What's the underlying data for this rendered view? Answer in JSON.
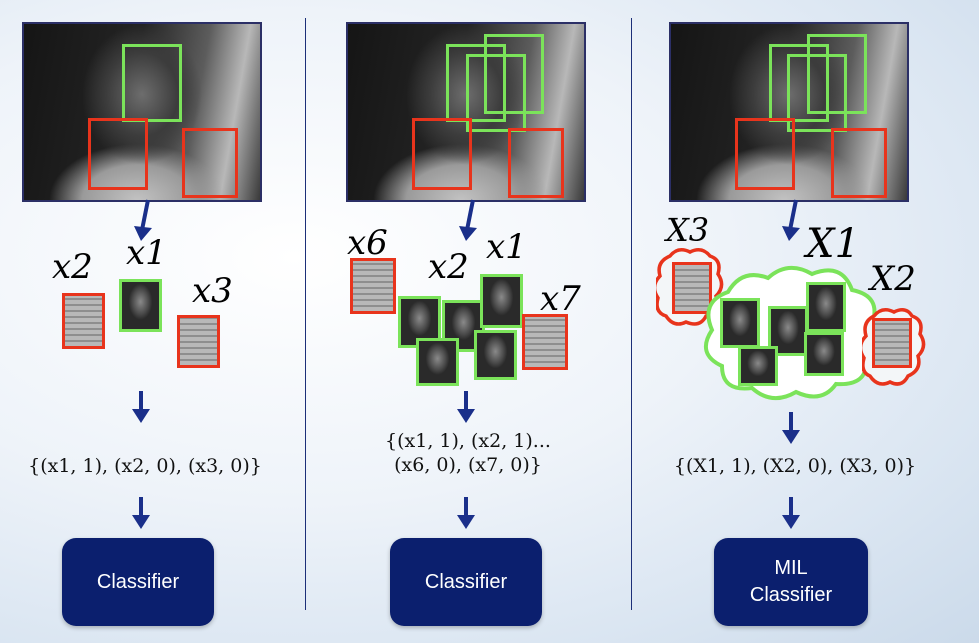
{
  "panels": [
    {
      "labels": [
        "x2",
        "x1",
        "x3"
      ],
      "formula_line1": "{(x1, 1), (x2, 0), (x3, 0)}",
      "classifier_label": "Classifier"
    },
    {
      "labels": [
        "x6",
        "x2",
        "x1",
        "x7"
      ],
      "formula_line1": "{(x1, 1), (x2, 1)...",
      "formula_line2": "(x6, 0), (x7, 0)}",
      "classifier_label": "Classifier"
    },
    {
      "labels": [
        "X3",
        "X1",
        "X2"
      ],
      "formula_line1": "{(X1, 1), (X2, 0), (X3, 0)}",
      "classifier_line1": "MIL",
      "classifier_line2": "Classifier"
    }
  ],
  "colors": {
    "positive": "#7be35a",
    "negative": "#e8341c",
    "button": "#0b1f6e",
    "arrow": "#1a2f8a"
  }
}
